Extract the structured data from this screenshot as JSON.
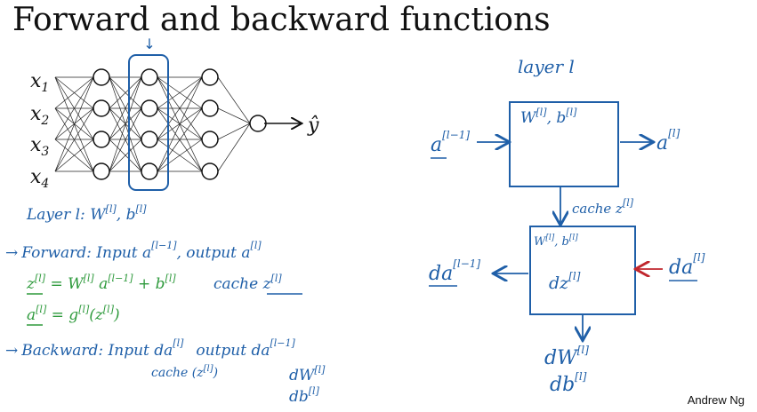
{
  "slide": {
    "title": "Forward and backward functions",
    "author": "Andrew Ng"
  },
  "network": {
    "inputs": [
      "x",
      "x",
      "x",
      "x"
    ],
    "input_subscripts": [
      "1",
      "2",
      "3",
      "4"
    ],
    "output": "ŷ",
    "layer_marker": "↓"
  },
  "notes": {
    "layer_line": "Layer l:  W",
    "layer_line_sup1": "[l]",
    "layer_line_sep": ", b",
    "layer_line_sup2": "[l]",
    "forward_arrow": "→",
    "forward_label": "Forward:  Input a",
    "forward_sup": "[l−1]",
    "forward_output": ", output a",
    "forward_output_sup": "[l]",
    "eq1_lhs": "z",
    "eq1_lhs_sup": "[l]",
    "eq1_rhs": " = W",
    "eq1_rhs_sup": "[l]",
    "eq1_a": " a",
    "eq1_a_sup": "[l−1]",
    "eq1_b": " + b",
    "eq1_b_sup": "[l]",
    "eq1_cache": "cache  z",
    "eq1_cache_sup": "[l]",
    "eq2_lhs": "a",
    "eq2_lhs_sup": "[l]",
    "eq2_rhs": " = g",
    "eq2_rhs_sup": "[l]",
    "eq2_arg": "(z",
    "eq2_arg_sup": "[l]",
    "eq2_close": ")",
    "backward_arrow": "→",
    "backward_label": "Backward:  Input da",
    "backward_sup": "[l]",
    "backward_output": "output da",
    "backward_output_sup": "[l−1]",
    "backward_cache": "cache (z",
    "backward_cache_sup": "[l]",
    "backward_cache_close": ")",
    "backward_dw": "dW",
    "backward_dw_sup": "[l]",
    "backward_db": "db",
    "backward_db_sup": "[l]"
  },
  "block_diagram": {
    "heading": "layer l",
    "forward_box": "W",
    "forward_box_sup1": "[l]",
    "forward_box_sep": ", b",
    "forward_box_sup2": "[l]",
    "input": "a",
    "input_sup": "[l−1]",
    "output": "a",
    "output_sup": "[l]",
    "cache": "cache  z",
    "cache_sup": "[l]",
    "backward_box_top": "W",
    "backward_box_top_sup1": "[l]",
    "backward_box_top_sep": ", b",
    "backward_box_top_sup2": "[l]",
    "backward_box_mid": "dz",
    "backward_box_mid_sup": "[l]",
    "back_input": "da",
    "back_input_sup": "[l]",
    "back_output": "da",
    "back_output_sup": "[l−1]",
    "grad_w": "dW",
    "grad_w_sup": "[l]",
    "grad_b": "db",
    "grad_b_sup": "[l]"
  },
  "colors": {
    "ink_blue": "#1f5fa8",
    "ink_green": "#2e9a3c",
    "ink_red": "#c0262d",
    "ink_black": "#111111"
  }
}
